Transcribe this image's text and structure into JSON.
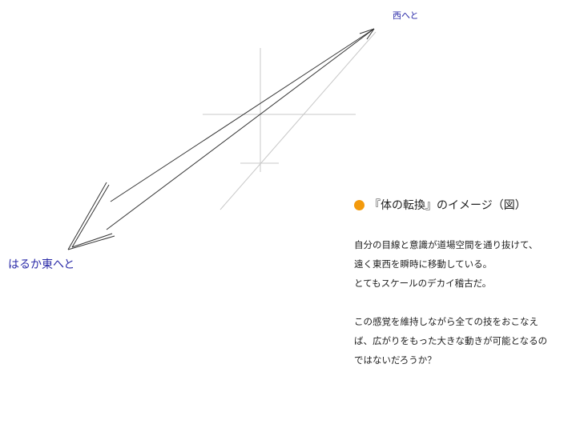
{
  "labels": {
    "west": "西へと",
    "east": "はるか東へと"
  },
  "heading": {
    "text": "『体の転換』のイメージ（図）"
  },
  "paragraph1": {
    "lines": [
      "自分の目線と意識が道場空間を通り抜けて、",
      "遠く東西を瞬時に移動している。",
      "とてもスケールのデカイ稽古だ。"
    ]
  },
  "paragraph2": {
    "lines": [
      "この感覚を維持しながら全ての技をおこなえ",
      "ば、広がりをもった大きな動きが可能となるの",
      "ではないだろうか？"
    ]
  },
  "colors": {
    "label_text": "#2a2aa8",
    "bullet": "#f39a0c",
    "guide_lines": "#c8c8c8",
    "arrow_lines": "#333333"
  }
}
